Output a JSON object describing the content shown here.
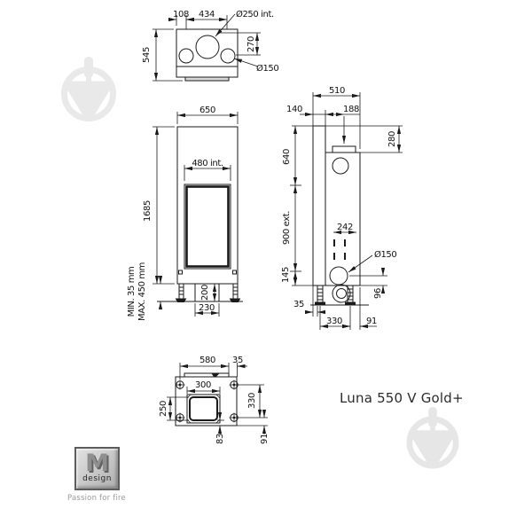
{
  "product": {
    "title": "Luna 550 V Gold+"
  },
  "brand": {
    "letter": "M",
    "word": "design",
    "tagline": "Passion for fire"
  },
  "icons": {
    "watermark": "trowel-pin-circle-watermark"
  },
  "colors": {
    "line": "#1a1a1a",
    "watermark": "#e9e9e9",
    "logo_border": "#5c5c5c"
  },
  "dims": {
    "top": {
      "depth": "545",
      "flue_offset": "108",
      "flue_span": "434",
      "flue_diameter": "Ø250 int.",
      "outlet_drop": "270",
      "outlet_diameter": "Ø150"
    },
    "front": {
      "width": "650",
      "height": "1685",
      "glass_width": "480 int.",
      "leg_min": "MIN. 35 mm",
      "leg_max": "MAX. 450 mm",
      "duct_height": "200",
      "duct_width": "230"
    },
    "side": {
      "depth": "510",
      "front_depth": "140",
      "flue_center": "188",
      "top_offset": "280",
      "upper_height": "640",
      "glass_height": "900 ext.",
      "lower_height": "145",
      "leg_offset": "35",
      "outlet_span": "242",
      "outlet_diameter": "Ø150",
      "outlet_height": "96",
      "leg_span": "330",
      "rear_offset": "91"
    },
    "bottom": {
      "width": "580",
      "edge_offset": "35",
      "opening_width": "300",
      "opening_depth": "250",
      "feet_span": "330",
      "opening_offset": "83",
      "rear_offset": "91"
    }
  }
}
